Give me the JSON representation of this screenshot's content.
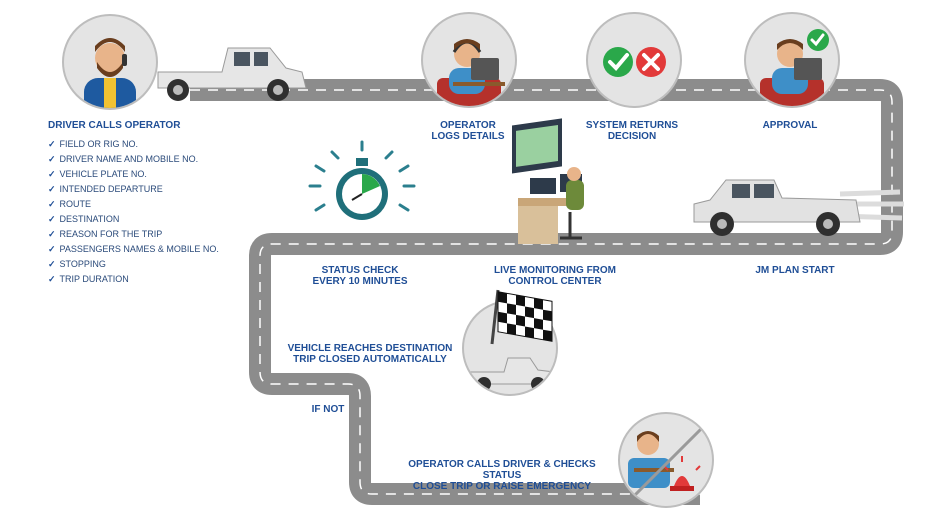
{
  "driver_calls": {
    "title": "DRIVER CALLS OPERATOR",
    "items": [
      "FIELD OR RIG NO.",
      "DRIVER NAME AND MOBILE NO.",
      "VEHICLE PLATE NO.",
      "INTENDED DEPARTURE",
      "ROUTE",
      "DESTINATION",
      "REASON FOR THE TRIP",
      "PASSENGERS NAMES & MOBILE NO.",
      "STOPPING",
      "TRIP DURATION"
    ],
    "check_glyph": "✓"
  },
  "steps": {
    "operator_logs": [
      "OPERATOR",
      "LOGS DETAILS"
    ],
    "system_returns": [
      "SYSTEM RETURNS",
      "DECISION"
    ],
    "approval": "APPROVAL",
    "jm_plan_start": "JM PLAN START",
    "live_monitoring": [
      "LIVE MONITORING FROM",
      "CONTROL CENTER"
    ],
    "status_check": [
      "STATUS CHECK",
      "EVERY 10 MINUTES"
    ],
    "vehicle_reaches": [
      "VEHICLE REACHES DESTINATION",
      "TRIP CLOSED AUTOMATICALLY"
    ],
    "if_not": "IF NOT",
    "operator_calls": [
      "OPERATOR CALLS DRIVER & CHECKS STATUS",
      "CLOSE TRIP OR RAISE EMERGENCY"
    ]
  },
  "icons": {
    "driver": "driver-phone-icon",
    "pickup": "pickup-truck-icon",
    "operator": "operator-headset-icon",
    "decision": "check-cross-icon",
    "stopwatch": "stopwatch-icon",
    "control_center": "control-center-icon",
    "flag": "checkered-flag-icon",
    "siren": "emergency-siren-icon"
  },
  "colors": {
    "label_blue": "#1f4e96",
    "road": "#8c8c8c",
    "road_line": "#ffffff",
    "approve_green": "#2aa84a",
    "reject_red": "#e23a3a",
    "stopwatch_teal": "#1f6f7a"
  }
}
